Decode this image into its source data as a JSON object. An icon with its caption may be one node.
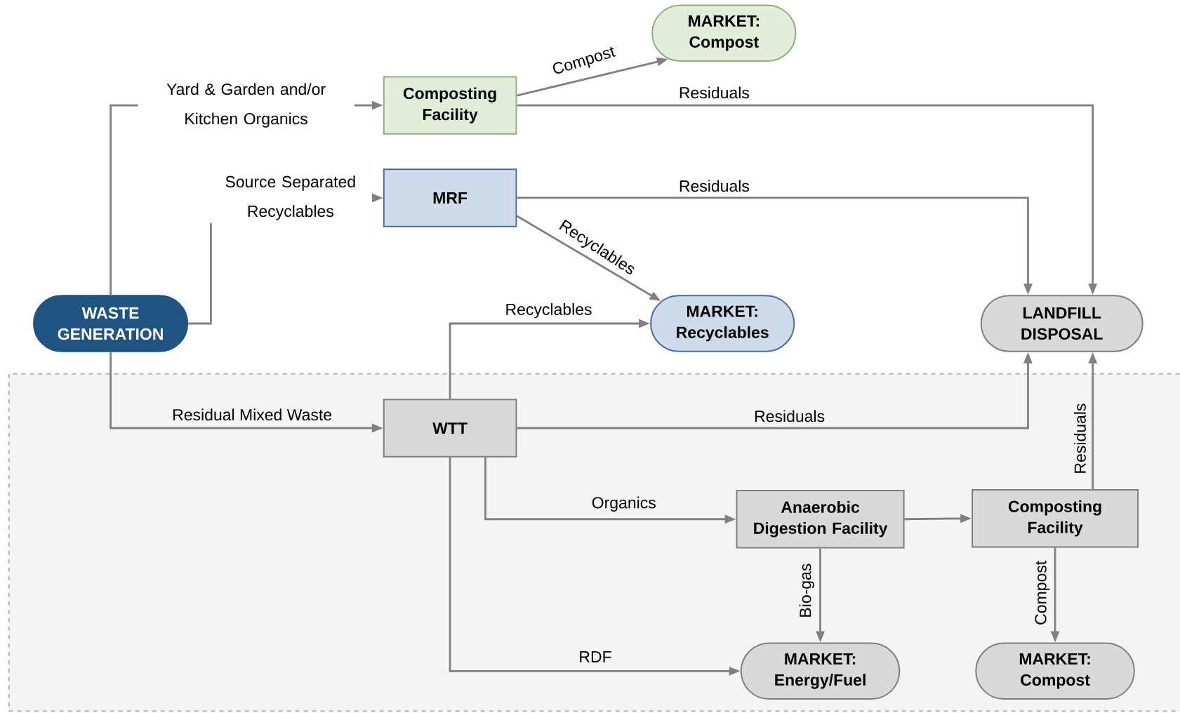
{
  "diagram": {
    "nodes": [
      {
        "text": [
          "WASTE GENERATION"
        ]
      },
      {
        "text": [
          "Composting Facility"
        ]
      },
      {
        "text": [
          "MARKET: Compost"
        ]
      },
      {
        "text": [
          "MRF"
        ]
      },
      {
        "text": [
          "MARKET: Recyclables"
        ]
      },
      {
        "text": [
          "LANDFILL DISPOSAL"
        ]
      },
      {
        "text": [
          "WTT"
        ]
      },
      {
        "text": [
          "Anaerobic Digestion Facility"
        ]
      },
      {
        "text": [
          "Composting Facility"
        ]
      },
      {
        "text": [
          "MARKET: Energy/Fuel"
        ]
      },
      {
        "text": [
          "MARKET: Compost"
        ]
      }
    ],
    "edges": [
      {
        "from": 0,
        "to": 1,
        "arrow": "to",
        "label": "Yard & Garden and/or Kitchen Organics"
      },
      {
        "from": 0,
        "to": 3,
        "arrow": "to",
        "label": "Source Separated Recyclables"
      },
      {
        "from": 0,
        "to": 6,
        "arrow": "to",
        "label": "Residual Mixed Waste"
      },
      {
        "from": 1,
        "to": 2,
        "arrow": "to",
        "label": "Compost"
      },
      {
        "from": 1,
        "to": 5,
        "arrow": "to",
        "label": "Residuals"
      },
      {
        "from": 3,
        "to": 5,
        "arrow": "to",
        "label": "Residuals"
      },
      {
        "from": 3,
        "to": 4,
        "arrow": "to",
        "label": "Recyclables"
      },
      {
        "from": 6,
        "to": 4,
        "arrow": "to",
        "label": "Recyclables"
      },
      {
        "from": 6,
        "to": 5,
        "arrow": "to",
        "label": "Residuals"
      },
      {
        "from": 6,
        "to": 7,
        "arrow": "to",
        "label": "Organics"
      },
      {
        "from": 6,
        "to": 9,
        "arrow": "to",
        "label": "RDF"
      },
      {
        "from": 7,
        "to": 8,
        "arrow": "to"
      },
      {
        "from": 7,
        "to": 9,
        "arrow": "to",
        "label": "Bio-gas"
      },
      {
        "from": 8,
        "to": 5,
        "arrow": "to",
        "label": "Residuals"
      },
      {
        "from": 8,
        "to": 10,
        "arrow": "to",
        "label": "Compost"
      }
    ]
  }
}
